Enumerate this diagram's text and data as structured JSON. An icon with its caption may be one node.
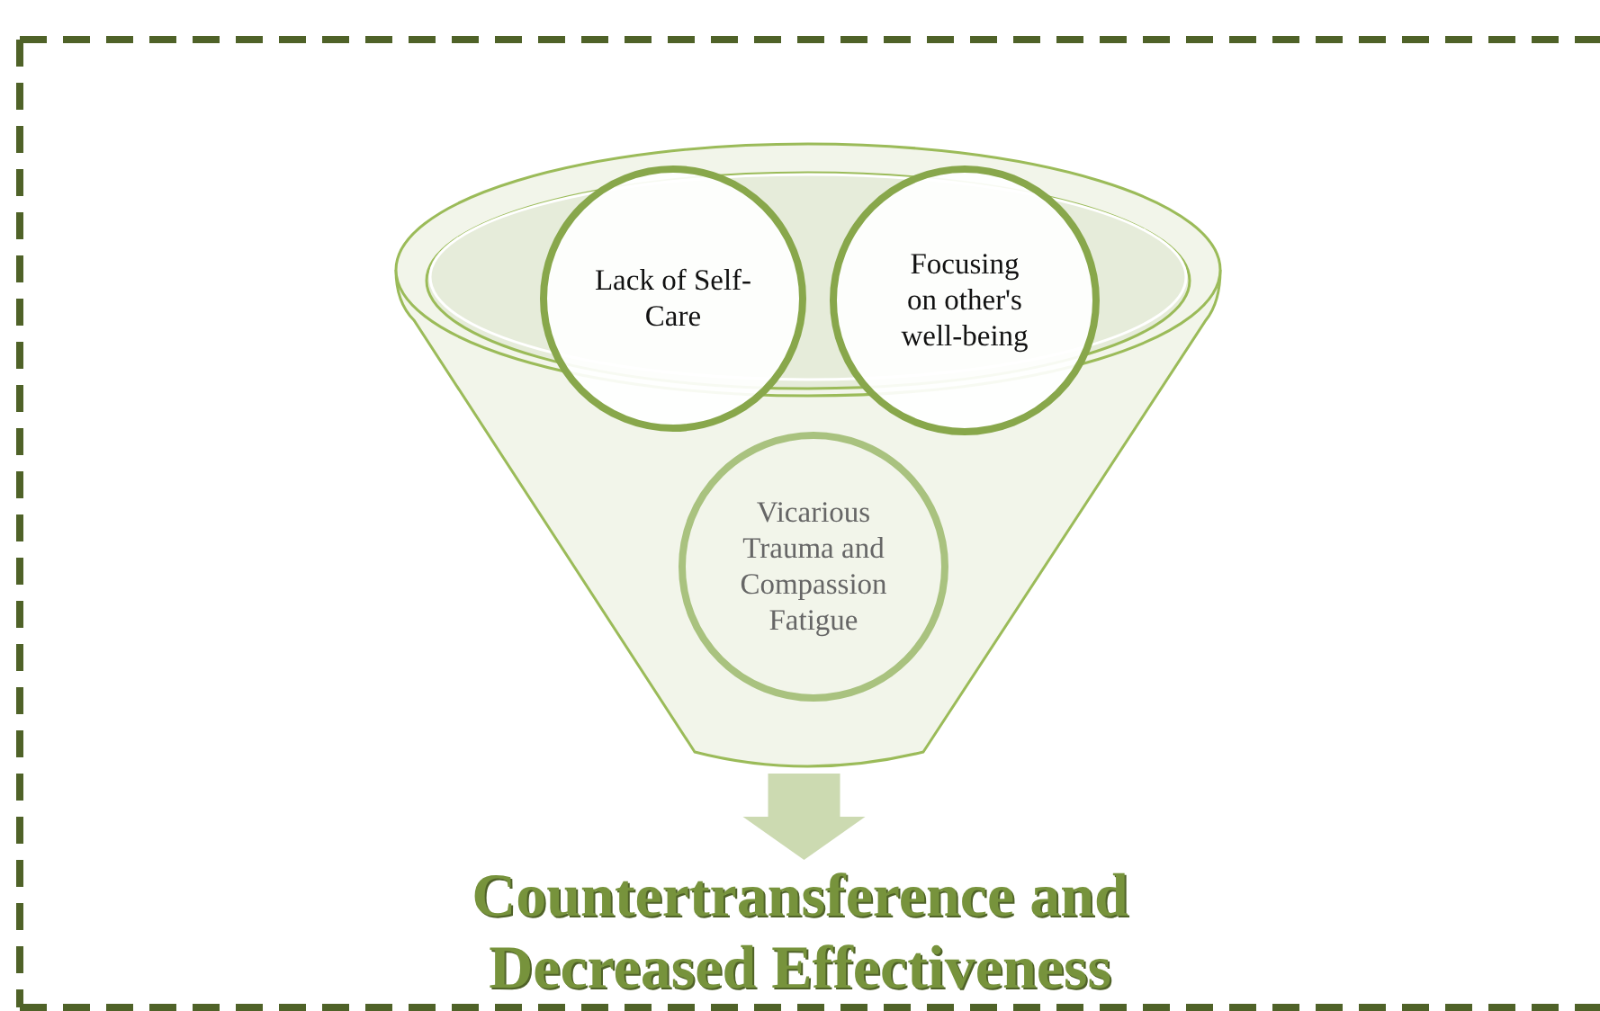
{
  "diagram": {
    "nodes": [
      {
        "text": [],
        "shape": "funnel"
      },
      {
        "text": [
          "Lack of Self-Care"
        ]
      },
      {
        "text": [
          "Focusing on other's well-being"
        ]
      },
      {
        "text": [
          "Vicarious Trauma and Compassion Fatigue"
        ],
        "in": 0
      },
      {
        "text": [
          "Countertransference and Decreased Effectiveness"
        ]
      }
    ],
    "edges": [
      {
        "from": 0,
        "to": 4,
        "arrow": "to"
      }
    ]
  }
}
